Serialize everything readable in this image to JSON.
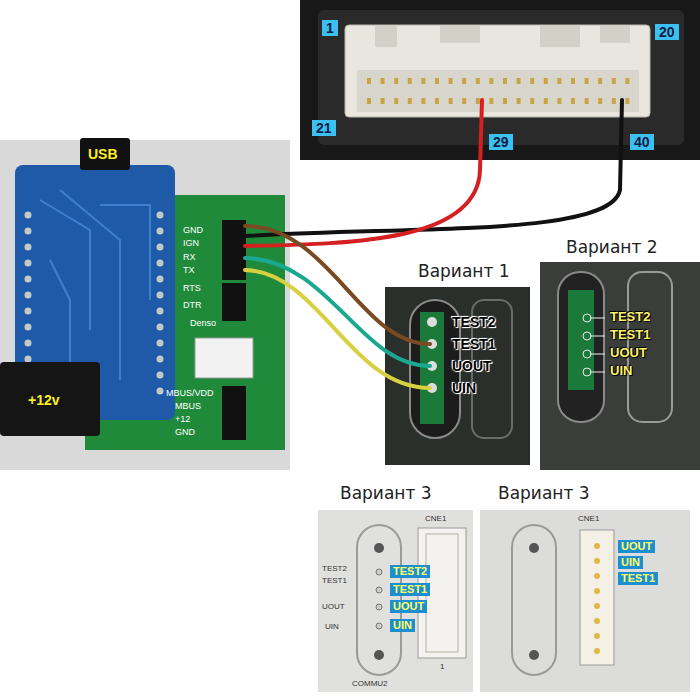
{
  "diagram": {
    "labels": [
      "1",
      "20",
      "21",
      "29",
      "40",
      "USB",
      "GND",
      "IGN",
      "RX",
      "TX",
      "RTS",
      "DTR",
      "Denso",
      "Вариант 1",
      "Вариант 2",
      "TEST2",
      "TEST1",
      "UOUT",
      "UIN",
      "TEST2",
      "TEST1",
      "UOUT",
      "UIN",
      "MBUS/VDD",
      "MBUS",
      "+12",
      "GND",
      "+12v",
      "Вариант 3",
      "Вариант 3",
      "CNE1",
      "CNE1",
      "TEST2",
      "TEST1",
      "UOUT",
      "UIN",
      "TEST2",
      "TEST1",
      "UOUT",
      "UIN",
      "UOUT",
      "UIN",
      "TEST1",
      "COMMU2",
      "1"
    ]
  }
}
